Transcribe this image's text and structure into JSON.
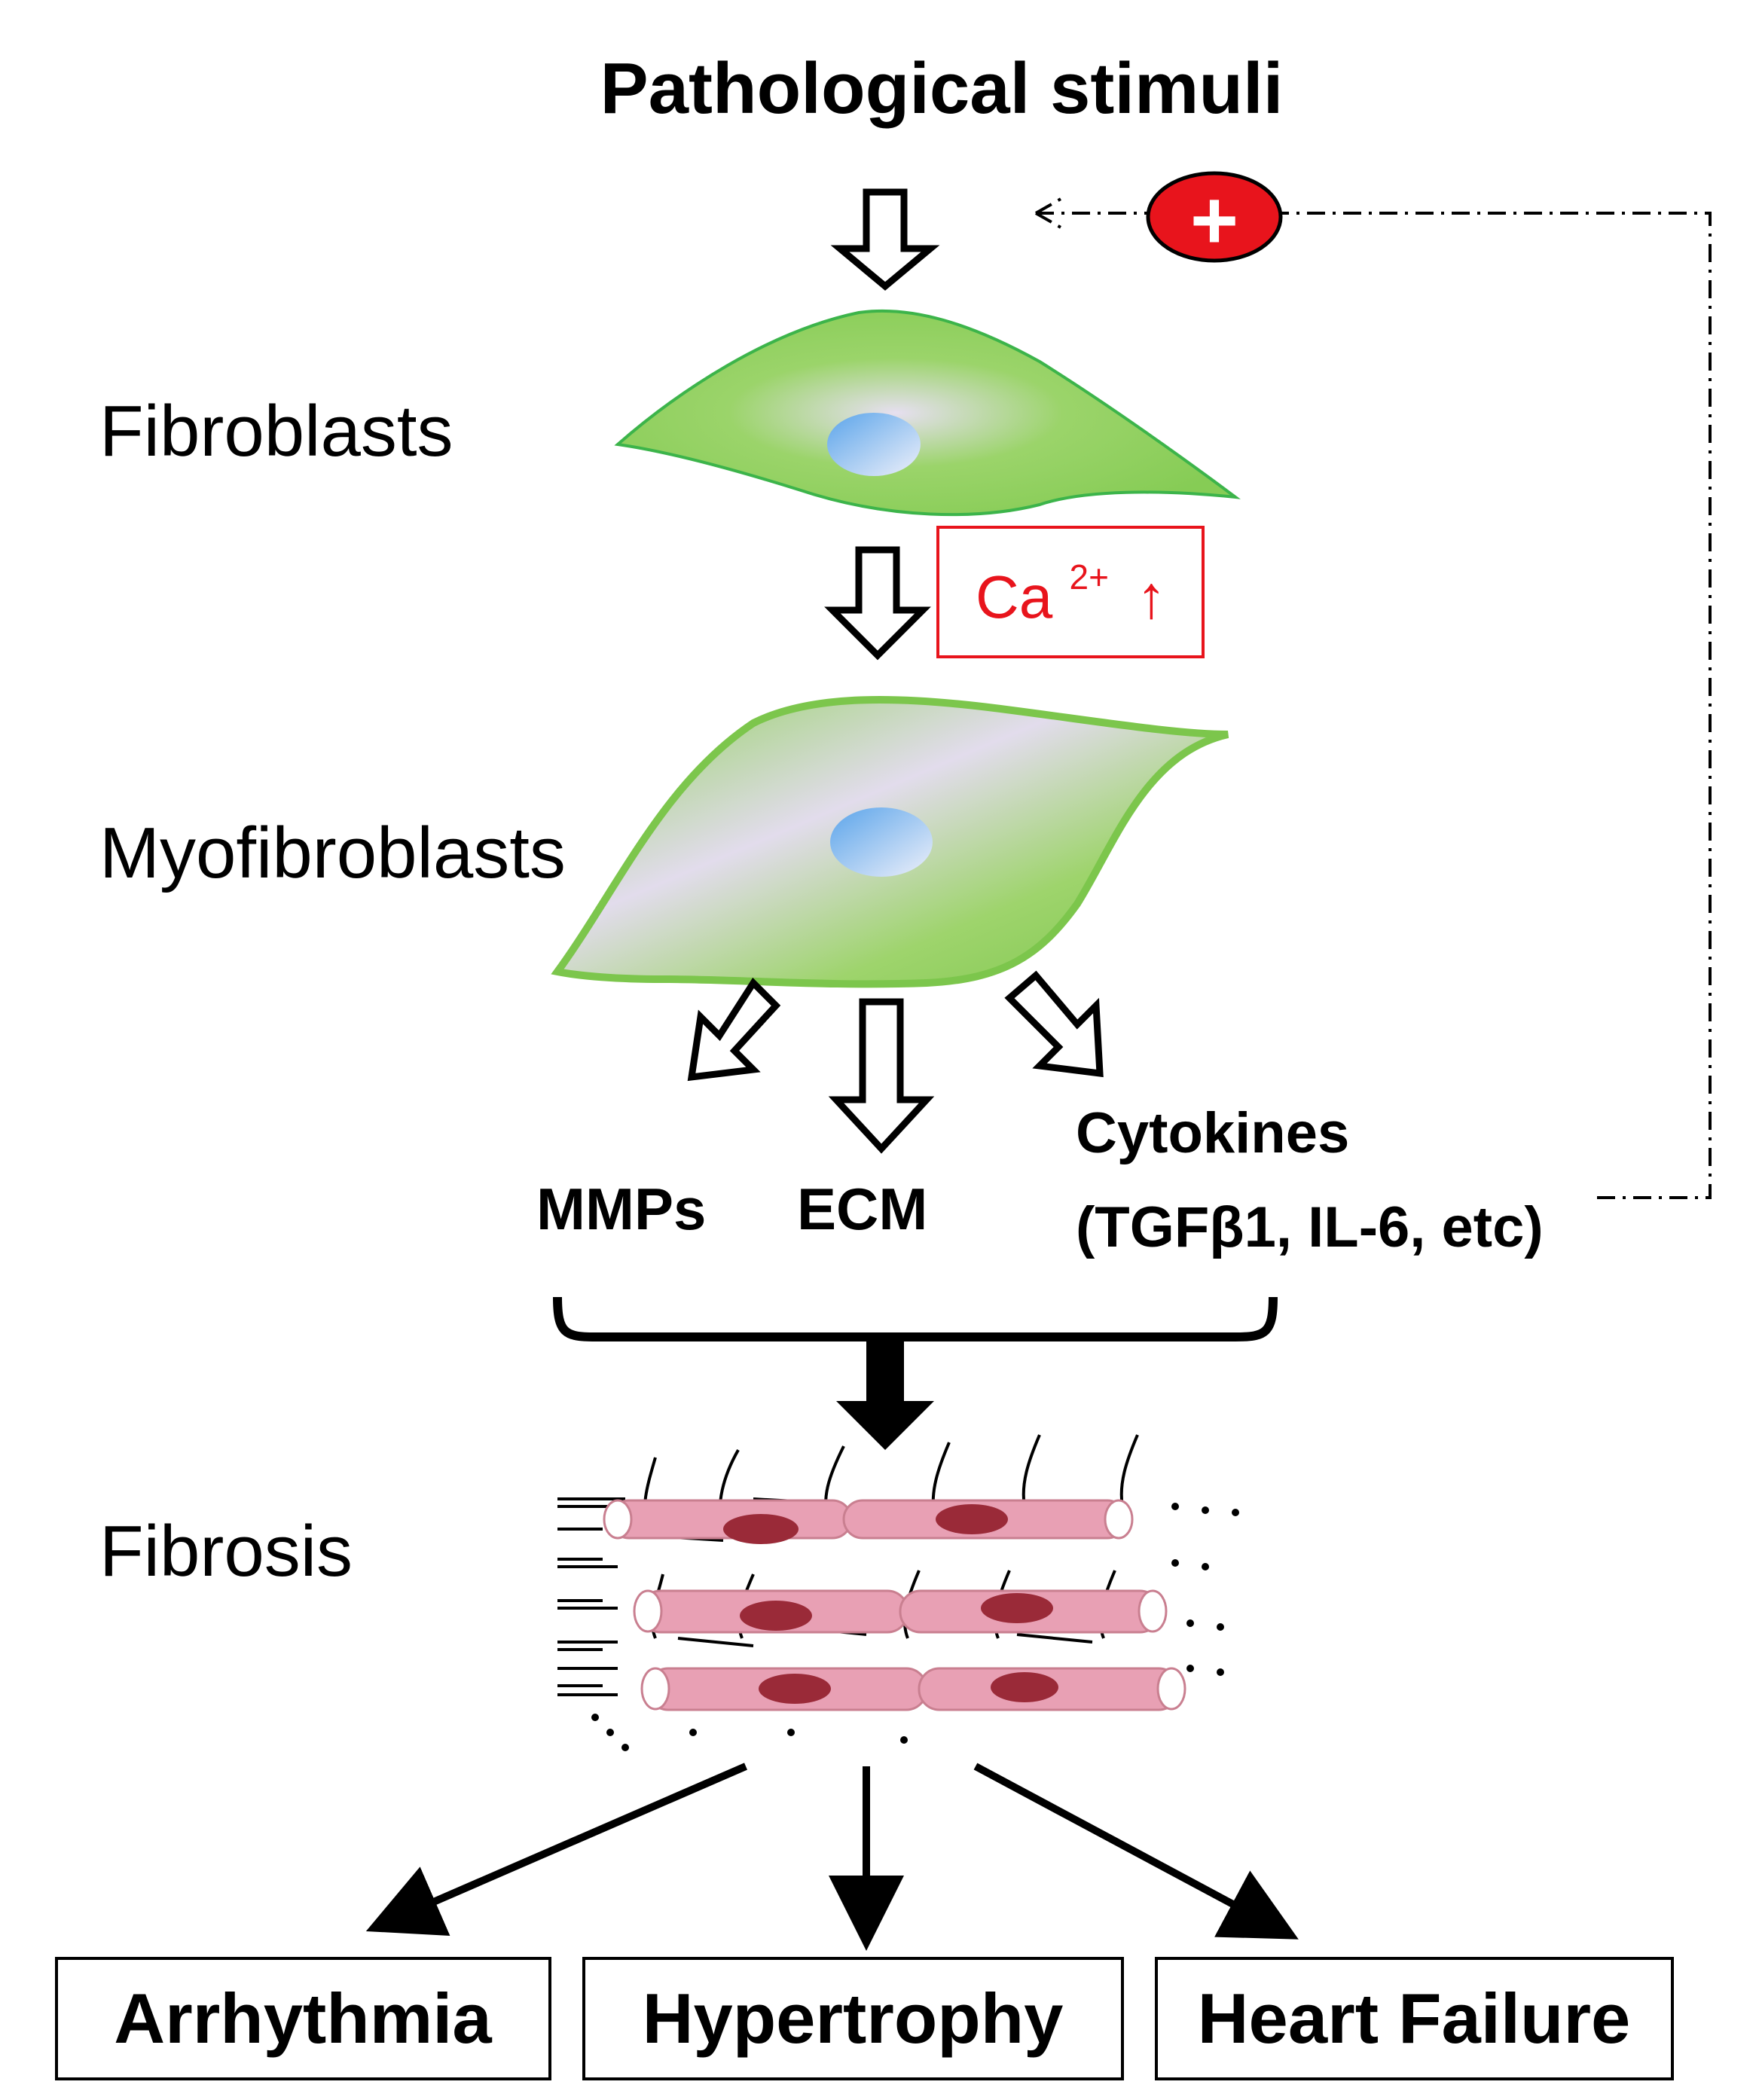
{
  "title": "Pathological stimuli",
  "labels": {
    "fibroblasts": "Fibroblasts",
    "myofibroblasts": "Myofibroblasts",
    "fibrosis": "Fibrosis"
  },
  "calcium": {
    "base": "Ca",
    "superscript": "2+",
    "arrow": "↑"
  },
  "feedback_sign": "+",
  "products": {
    "mmps": "MMPs",
    "ecm": "ECM",
    "cytokines_line1": "Cytokines",
    "cytokines_line2": "(TGFβ1, IL-6, etc)"
  },
  "outcomes": [
    "Arrhythmia",
    "Hypertrophy",
    "Heart Failure"
  ],
  "colors": {
    "cell_green": "#8fd15a",
    "cell_outline": "#3cb44a",
    "nucleus_blue": "#6aaee8",
    "calcium_red": "#e8141c",
    "plus_red": "#e8141c",
    "myocyte_pink": "#e8a0b4",
    "myocyte_nucleus": "#9a2a38"
  }
}
